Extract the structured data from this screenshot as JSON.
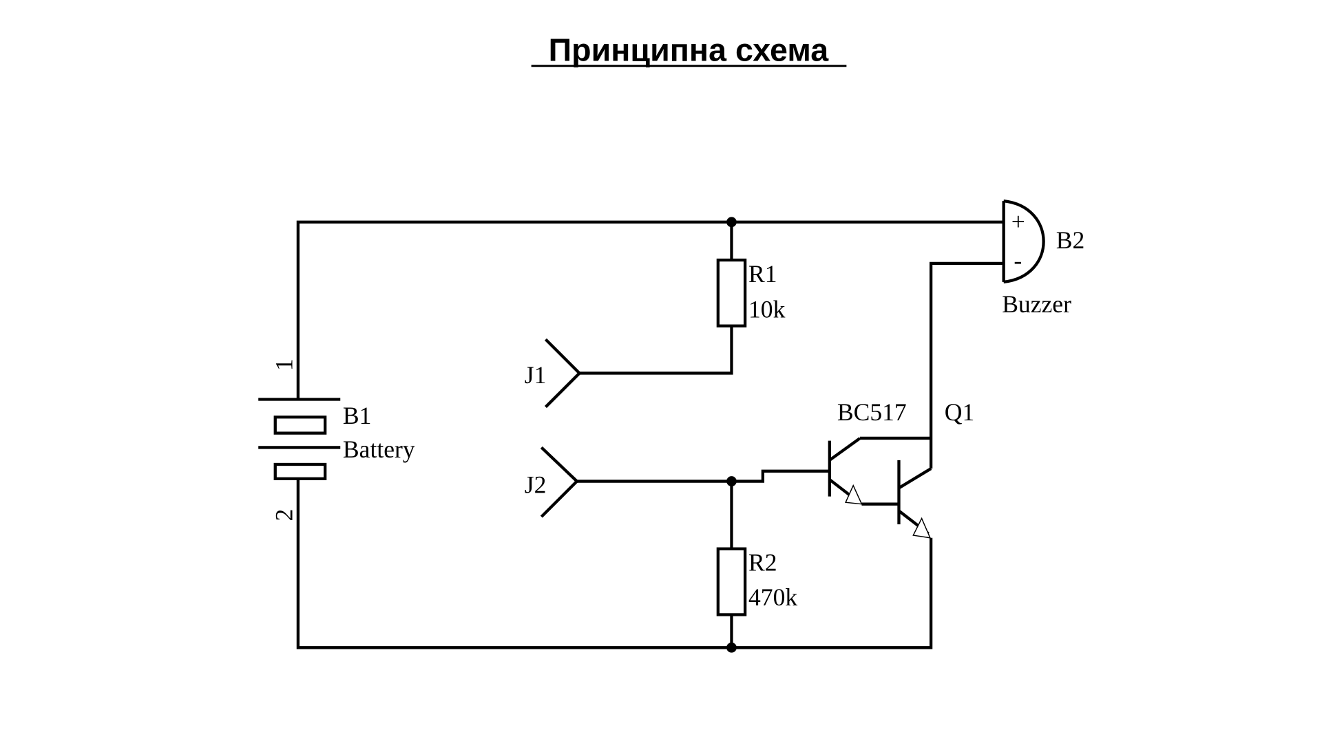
{
  "title": "Принципна схема",
  "components": {
    "battery": {
      "ref": "B1",
      "value": "Battery",
      "pin1": "1",
      "pin2": "2"
    },
    "r1": {
      "ref": "R1",
      "value": "10k"
    },
    "r2": {
      "ref": "R2",
      "value": "470k"
    },
    "j1": {
      "ref": "J1"
    },
    "j2": {
      "ref": "J2"
    },
    "q1": {
      "ref": "Q1",
      "value": "BC517"
    },
    "buzzer": {
      "ref": "B2",
      "value": "Buzzer",
      "plus": "+",
      "minus": "-"
    }
  }
}
